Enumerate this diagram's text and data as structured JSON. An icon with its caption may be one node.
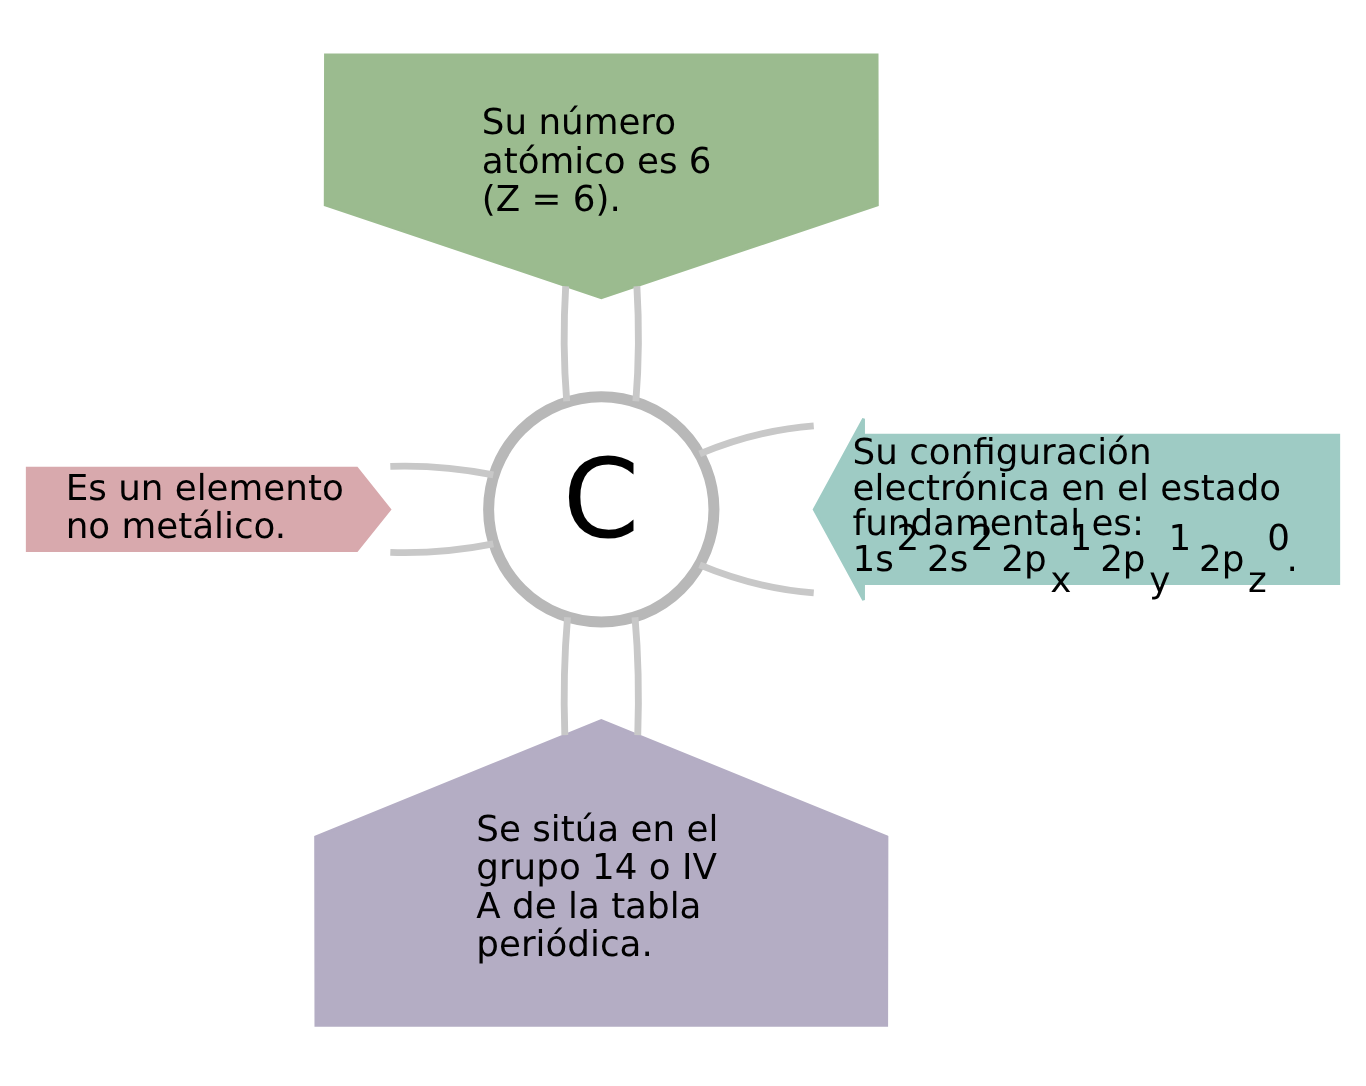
{
  "diagram": {
    "nodes": [
      {
        "text": [
          "Su número atómico es 6 (Z = 6)."
        ]
      },
      {
        "text": [
          "Es un elemento no metálico."
        ]
      },
      {
        "text": [
          "C"
        ]
      },
      {
        "text": [
          "Su configuración electrónica en el estado fundamental es:",
          "1s$^{2}$ 2s$^{2}$ 2p$_{x}$$^{1}$ 2p$_{y}$$^{1}$ 2p$_{z}$$^{0}$."
        ]
      },
      {
        "text": [
          "Se sitúa en el grupo 14 o IV A de la tabla periódica."
        ]
      }
    ],
    "edges": [
      {
        "from": 0,
        "to": 2,
        "arrow": "none"
      },
      {
        "from": 0,
        "to": 2,
        "arrow": "none"
      },
      {
        "from": 1,
        "to": 2,
        "arrow": "none"
      },
      {
        "from": 1,
        "to": 2,
        "arrow": "none"
      },
      {
        "from": 3,
        "to": 2,
        "arrow": "none"
      },
      {
        "from": 3,
        "to": 2,
        "arrow": "none"
      },
      {
        "from": 4,
        "to": 2,
        "arrow": "none"
      },
      {
        "from": 4,
        "to": 2,
        "arrow": "none"
      }
    ]
  }
}
